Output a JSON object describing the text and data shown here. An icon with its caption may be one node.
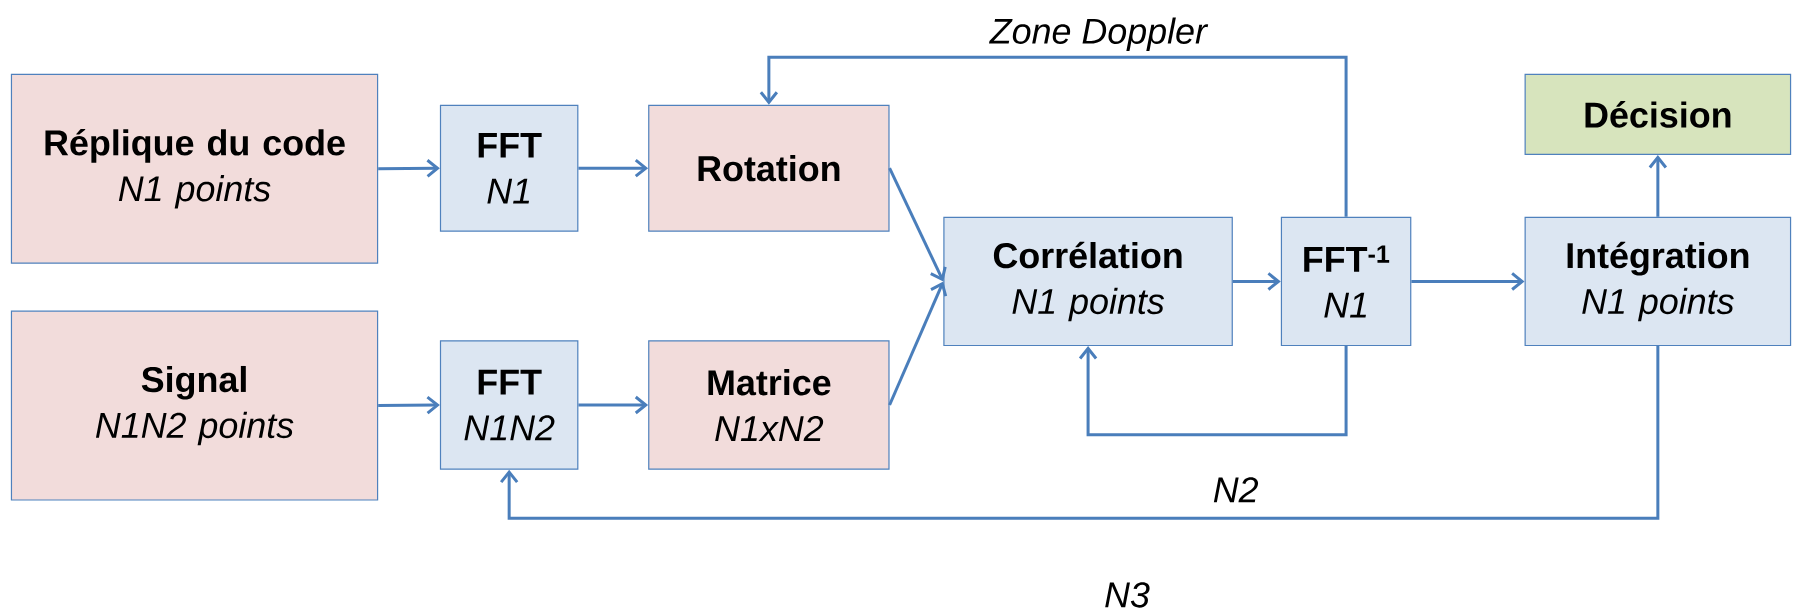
{
  "diagram": {
    "nodes": [
      {
        "text": [
          "Réplique du code",
          "N1 points"
        ]
      },
      {
        "text": [
          "FFT",
          "N1"
        ]
      },
      {
        "text": [
          "Rotation"
        ]
      },
      {
        "text": [
          "Signal",
          "N1N2 points"
        ]
      },
      {
        "text": [
          "FFT",
          "N1N2"
        ]
      },
      {
        "text": [
          "Matrice",
          "N1xN2"
        ]
      },
      {
        "text": [
          "Corrélation",
          "N1 points"
        ]
      },
      {
        "text": [
          "FFT$^{-1}$",
          "N1"
        ]
      },
      {
        "text": [
          "Intégration",
          "N1 points"
        ]
      },
      {
        "text": [
          "Décision"
        ]
      }
    ],
    "edges": [
      {
        "from": 0,
        "to": 1,
        "arrow": "to"
      },
      {
        "from": 1,
        "to": 2,
        "arrow": "to"
      },
      {
        "from": 3,
        "to": 4,
        "arrow": "to"
      },
      {
        "from": 4,
        "to": 5,
        "arrow": "to"
      },
      {
        "from": 2,
        "to": 6,
        "arrow": "to"
      },
      {
        "from": 5,
        "to": 6,
        "arrow": "to"
      },
      {
        "from": 6,
        "to": 7,
        "arrow": "to"
      },
      {
        "from": 7,
        "to": 8,
        "arrow": "to"
      },
      {
        "from": 7,
        "to": 2,
        "arrow": "to",
        "label": "Zone Doppler"
      },
      {
        "from": 7,
        "to": 6,
        "arrow": "to",
        "label": "N2"
      },
      {
        "from": 8,
        "to": 9,
        "arrow": "to"
      },
      {
        "from": 8,
        "to": 4,
        "arrow": "to",
        "label": "N3"
      }
    ]
  }
}
